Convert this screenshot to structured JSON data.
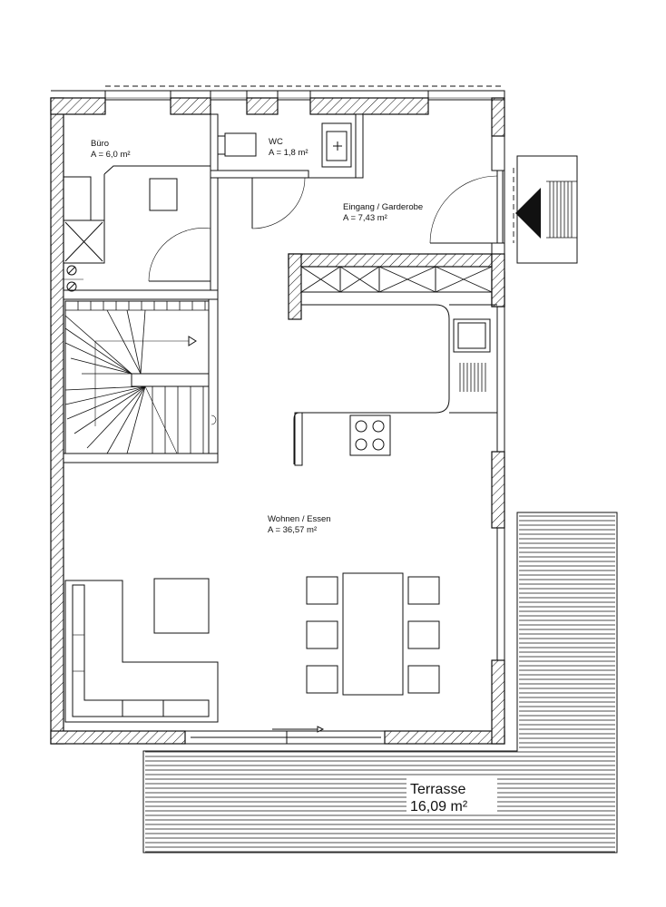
{
  "rooms": {
    "buero": {
      "name": "Büro",
      "area": "A = 6,0 m²"
    },
    "wc": {
      "name": "WC",
      "area": "A = 1,8 m²"
    },
    "eingang": {
      "name": "Eingang / Garderobe",
      "area": "A = 7,43 m²"
    },
    "wohnen": {
      "name": "Wohnen / Essen",
      "area": "A = 36,57 m²"
    },
    "terrasse": {
      "name": "Terrasse",
      "area": "16,09 m²"
    }
  }
}
